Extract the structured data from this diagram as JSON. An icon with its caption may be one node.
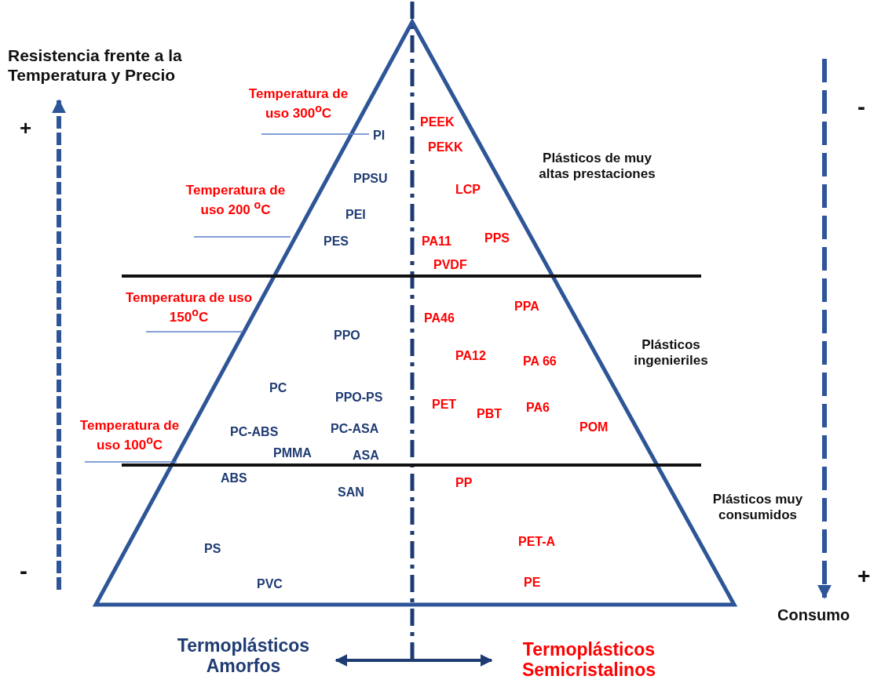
{
  "diagram": {
    "nodes": [
      {
        "text": [
          "Termoplásticos Amorfos"
        ]
      },
      {
        "text": [
          "Termoplásticos Semicristalinos"
        ]
      }
    ],
    "edges": [
      {
        "from": 0,
        "to": 1,
        "arrow": "both"
      }
    ],
    "labels": [
      "Resistencia frente a la Temperatura y Precio",
      "+",
      "-",
      "Temperatura de uso 300$^{o}$C",
      "PI",
      "PEEK",
      "PEKK",
      "Plásticos de muy altas prestaciones",
      "Temperatura de uso 200 $^{o}$C",
      "PPSU",
      "LCP",
      "PEI",
      "PES",
      "PA11",
      "PPS",
      "PVDF",
      "Temperatura de uso 150$^{o}$C",
      "PPA",
      "PA46",
      "PPO",
      "Plásticos ingenieriles",
      "PA12",
      "PA 66",
      "PC",
      "PPO-PS",
      "PET",
      "PBT",
      "PA6",
      "Temperatura de uso 100$^{o}$C",
      "PC-ABS",
      "PC-ASA",
      "POM",
      "PMMA",
      "ASA",
      "ABS",
      "PP",
      "SAN",
      "Plásticos muy consumidos",
      "PS",
      "PET-A",
      "-",
      "PVC",
      "PE",
      "+",
      "Consumo"
    ]
  }
}
